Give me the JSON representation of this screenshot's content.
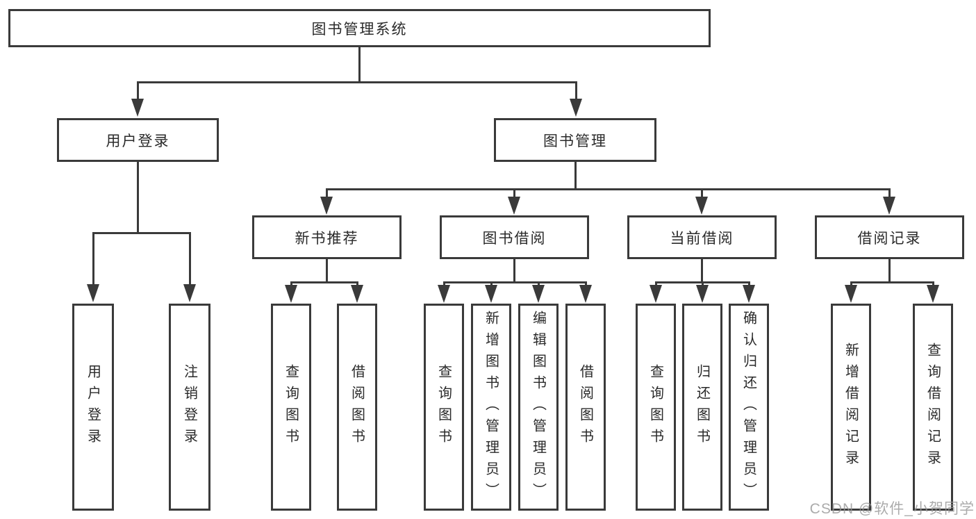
{
  "tree": {
    "root": {
      "label": "图书管理系统"
    },
    "children": [
      {
        "label": "用户登录",
        "children": [
          {
            "label": "用户登录"
          },
          {
            "label": "注销登录"
          }
        ]
      },
      {
        "label": "图书管理",
        "children": [
          {
            "label": "新书推荐",
            "children": [
              {
                "label": "查询图书"
              },
              {
                "label": "借阅图书"
              }
            ]
          },
          {
            "label": "图书借阅",
            "children": [
              {
                "label": "查询图书"
              },
              {
                "label": "新增图书（管理员）"
              },
              {
                "label": "编辑图书（管理员）"
              },
              {
                "label": "借阅图书"
              }
            ]
          },
          {
            "label": "当前借阅",
            "children": [
              {
                "label": "查询图书"
              },
              {
                "label": "归还图书"
              },
              {
                "label": "确认归还（管理员）"
              }
            ]
          },
          {
            "label": "借阅记录",
            "children": [
              {
                "label": "新增借阅记录"
              },
              {
                "label": "查询借阅记录"
              }
            ]
          }
        ]
      }
    ]
  },
  "watermark": {
    "text": "CSDN @软件_小贺同学"
  },
  "colors": {
    "line": "#3a3a3a",
    "text": "#2a2a2a",
    "background": "#ffffff",
    "watermark": "#969696"
  }
}
